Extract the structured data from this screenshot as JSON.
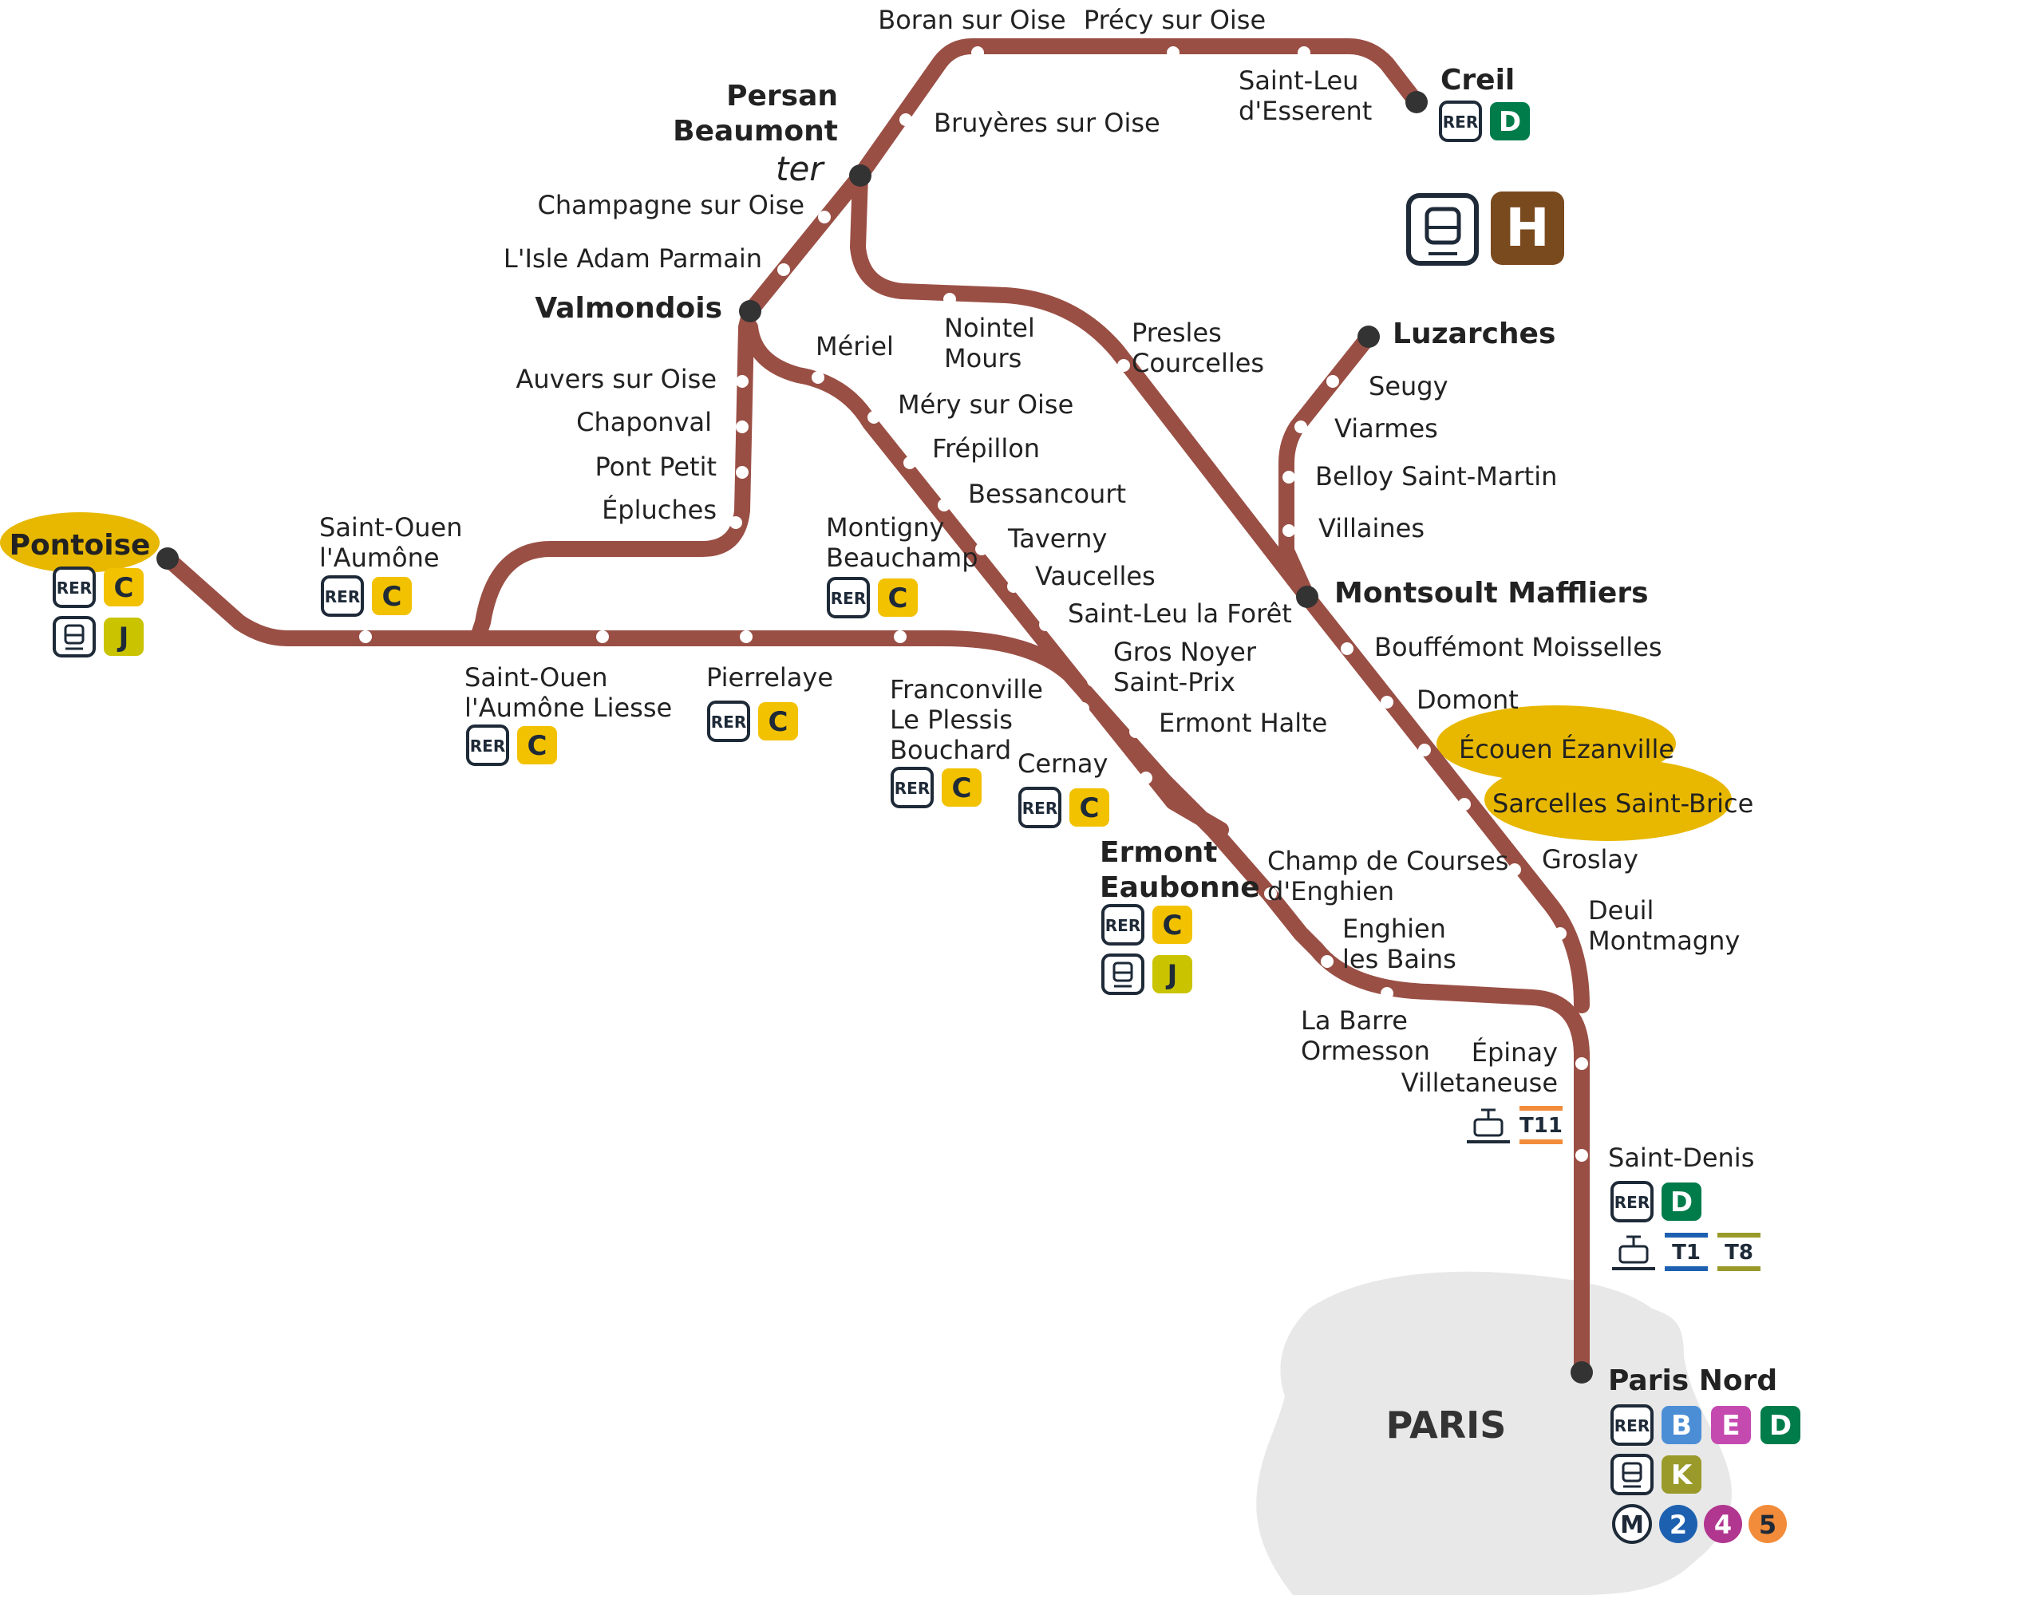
{
  "map": {
    "line_color": "#9a4f45",
    "paris_area_color": "#e8e8e8",
    "highlight_color": "#e8b800",
    "paris_label": "PARIS",
    "line_badge": {
      "label": "H",
      "color": "#7a4a1f"
    }
  },
  "stations": [
    {
      "id": "creil",
      "name": "Creil",
      "major": true,
      "badges": [
        {
          "type": "rer",
          "label": "RER"
        },
        {
          "type": "line",
          "label": "D",
          "color": "#007b4a"
        }
      ]
    },
    {
      "id": "boran",
      "name": "Boran sur Oise"
    },
    {
      "id": "precy",
      "name": "Précy sur Oise"
    },
    {
      "id": "saintleu_esserent",
      "name": "Saint-Leu d'Esserent"
    },
    {
      "id": "bruyeres",
      "name": "Bruyères sur Oise"
    },
    {
      "id": "persan",
      "name": "Persan Beaumont",
      "major": true,
      "badges": [
        {
          "type": "text",
          "label": "ter"
        }
      ]
    },
    {
      "id": "champagne",
      "name": "Champagne sur Oise"
    },
    {
      "id": "isleadam",
      "name": "L'Isle Adam  Parmain"
    },
    {
      "id": "valmondois",
      "name": "Valmondois",
      "major": true
    },
    {
      "id": "auvers",
      "name": "Auvers sur Oise"
    },
    {
      "id": "chaponval",
      "name": "Chaponval"
    },
    {
      "id": "pontpetit",
      "name": "Pont Petit"
    },
    {
      "id": "epluches",
      "name": "Épluches"
    },
    {
      "id": "pontoise",
      "name": "Pontoise",
      "major": true,
      "highlighted": true,
      "badges": [
        {
          "type": "rer",
          "label": "RER"
        },
        {
          "type": "line",
          "label": "C",
          "color": "#f2c100"
        },
        {
          "type": "train",
          "label": "train"
        },
        {
          "type": "line",
          "label": "J",
          "color": "#c9c300"
        }
      ]
    },
    {
      "id": "saintouen",
      "name": "Saint-Ouen l'Aumône",
      "badges": [
        {
          "type": "rer",
          "label": "RER"
        },
        {
          "type": "line",
          "label": "C",
          "color": "#f2c100"
        }
      ]
    },
    {
      "id": "saintouen_liesse",
      "name": "Saint-Ouen l'Aumône Liesse",
      "badges": [
        {
          "type": "rer",
          "label": "RER"
        },
        {
          "type": "line",
          "label": "C",
          "color": "#f2c100"
        }
      ]
    },
    {
      "id": "pierrelaye",
      "name": "Pierrelaye",
      "badges": [
        {
          "type": "rer",
          "label": "RER"
        },
        {
          "type": "line",
          "label": "C",
          "color": "#f2c100"
        }
      ]
    },
    {
      "id": "montigny",
      "name": "Montigny Beauchamp",
      "badges": [
        {
          "type": "rer",
          "label": "RER"
        },
        {
          "type": "line",
          "label": "C",
          "color": "#f2c100"
        }
      ]
    },
    {
      "id": "franconville",
      "name": "Franconville Le Plessis Bouchard",
      "badges": [
        {
          "type": "rer",
          "label": "RER"
        },
        {
          "type": "line",
          "label": "C",
          "color": "#f2c100"
        }
      ]
    },
    {
      "id": "cernay",
      "name": "Cernay",
      "badges": [
        {
          "type": "rer",
          "label": "RER"
        },
        {
          "type": "line",
          "label": "C",
          "color": "#f2c100"
        }
      ]
    },
    {
      "id": "meriel",
      "name": "Mériel"
    },
    {
      "id": "merysuroise",
      "name": "Méry sur Oise"
    },
    {
      "id": "frepillon",
      "name": "Frépillon"
    },
    {
      "id": "bessancourt",
      "name": "Bessancourt"
    },
    {
      "id": "taverny",
      "name": "Taverny"
    },
    {
      "id": "vaucelles",
      "name": "Vaucelles"
    },
    {
      "id": "saintleu_foret",
      "name": "Saint-Leu la Forêt"
    },
    {
      "id": "grosnoyer",
      "name": "Gros Noyer Saint-Prix"
    },
    {
      "id": "ermonthalte",
      "name": "Ermont Halte"
    },
    {
      "id": "ermont",
      "name": "Ermont Eaubonne",
      "major": true,
      "badges": [
        {
          "type": "rer",
          "label": "RER"
        },
        {
          "type": "line",
          "label": "C",
          "color": "#f2c100"
        },
        {
          "type": "train",
          "label": "train"
        },
        {
          "type": "line",
          "label": "J",
          "color": "#c9c300"
        }
      ]
    },
    {
      "id": "champcourses",
      "name": "Champ de Courses d'Enghien"
    },
    {
      "id": "enghien",
      "name": "Enghien les Bains"
    },
    {
      "id": "labarre",
      "name": "La Barre Ormesson"
    },
    {
      "id": "epinay",
      "name": "Épinay Villetaneuse",
      "badges": [
        {
          "type": "tram",
          "label": "tram"
        },
        {
          "type": "tline",
          "label": "T11",
          "color": "#f28c3a"
        }
      ]
    },
    {
      "id": "nointel",
      "name": "Nointel Mours"
    },
    {
      "id": "presles",
      "name": "Presles Courcelles"
    },
    {
      "id": "luzarches",
      "name": "Luzarches",
      "major": true
    },
    {
      "id": "seugy",
      "name": "Seugy"
    },
    {
      "id": "viarmes",
      "name": "Viarmes"
    },
    {
      "id": "belloy",
      "name": "Belloy Saint-Martin"
    },
    {
      "id": "villaines",
      "name": "Villaines"
    },
    {
      "id": "montsoult",
      "name": "Montsoult Maffliers",
      "major": true
    },
    {
      "id": "bouffemont",
      "name": "Bouffémont Moisselles"
    },
    {
      "id": "domont",
      "name": "Domont"
    },
    {
      "id": "ecouen",
      "name": "Écouen Ézanville",
      "highlighted": true
    },
    {
      "id": "sarcelles",
      "name": "Sarcelles Saint-Brice",
      "highlighted": true
    },
    {
      "id": "groslay",
      "name": "Groslay"
    },
    {
      "id": "deuil",
      "name": "Deuil Montmagny"
    },
    {
      "id": "saintdenis",
      "name": "Saint-Denis",
      "badges": [
        {
          "type": "rer",
          "label": "RER"
        },
        {
          "type": "line",
          "label": "D",
          "color": "#007b4a"
        },
        {
          "type": "tram",
          "label": "tram"
        },
        {
          "type": "tline",
          "label": "T1",
          "color": "#1d60b0"
        },
        {
          "type": "tline",
          "label": "T8",
          "color": "#9a9a2a"
        }
      ]
    },
    {
      "id": "parisnord",
      "name": "Paris Nord",
      "major": true,
      "badges": [
        {
          "type": "rer",
          "label": "RER"
        },
        {
          "type": "line",
          "label": "B",
          "color": "#4b8ed6"
        },
        {
          "type": "line",
          "label": "E",
          "color": "#c54ab0"
        },
        {
          "type": "line",
          "label": "D",
          "color": "#007b4a"
        },
        {
          "type": "train",
          "label": "train"
        },
        {
          "type": "line",
          "label": "K",
          "color": "#9a9a2a"
        },
        {
          "type": "metro",
          "label": "M"
        },
        {
          "type": "metroline",
          "label": "2",
          "color": "#1d60b0"
        },
        {
          "type": "metroline",
          "label": "4",
          "color": "#b1368f"
        },
        {
          "type": "metroline",
          "label": "5",
          "color": "#f28c3a"
        }
      ]
    }
  ]
}
